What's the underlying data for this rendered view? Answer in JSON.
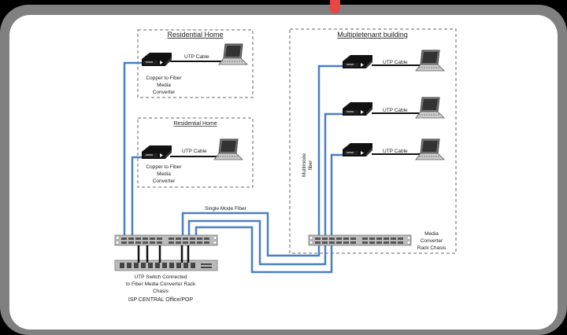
{
  "diagram": {
    "colors": {
      "background": "#000000",
      "frame": "#808080",
      "canvas": "#ffffff",
      "indicator": "#e84545",
      "fiber": "#4a7fc1",
      "utp": "#111111",
      "dashed_border": "#666666"
    },
    "regions": {
      "residential_home_1": {
        "title": "Residential Home",
        "converter_label": [
          "Copper to Fiber",
          "Media",
          "Converter"
        ],
        "cable_label": "UTP Cable"
      },
      "residential_home_2": {
        "title": "Residential Home",
        "converter_label": [
          "Copper to Fiber",
          "Media",
          "Converter"
        ],
        "cable_label": "UTP Cable"
      },
      "multitenant_building": {
        "title": "Multipletenant building",
        "units": [
          {
            "cable_label": "UTP Cable"
          },
          {
            "cable_label": "UTP Cable"
          },
          {
            "cable_label": "UTP Cable"
          }
        ],
        "fiber_label": [
          "Multimode",
          "fiber"
        ],
        "rack_label": [
          "Media",
          "Converter",
          "Rack Chasis"
        ]
      }
    },
    "links": {
      "single_mode_label": "Single Mode Fiber"
    },
    "central_office": {
      "switch_label": [
        "UTP Switch Connected",
        "to Fiber Media Converter Rack",
        "Chasis"
      ],
      "site_label": "ISP CENTRAL Office/POP"
    }
  }
}
